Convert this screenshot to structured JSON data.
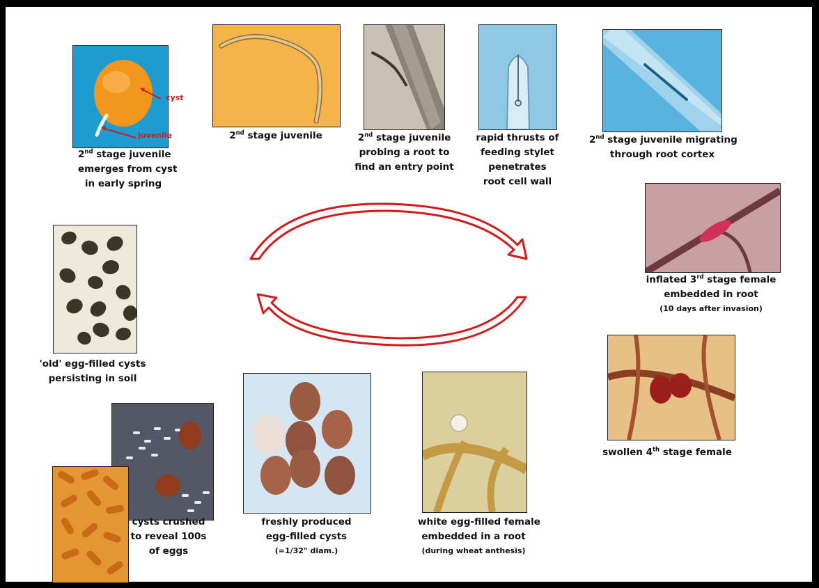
{
  "stages": {
    "s1": {
      "line1_pre": "2",
      "line1_sup": "nd",
      "line1_post": " stage juvenile",
      "line2": "emerges from cyst",
      "line3": "in early spring",
      "label_cyst": "cyst",
      "label_juvenile": "juvenile"
    },
    "s2": {
      "line1_pre": "2",
      "line1_sup": "nd",
      "line1_post": " stage juvenile"
    },
    "s3": {
      "line1_pre": "2",
      "line1_sup": "nd",
      "line1_post": " stage juvenile",
      "line2": "probing a root to",
      "line3": "find an entry point"
    },
    "s4": {
      "line1": "rapid thrusts of",
      "line2": "feeding stylet",
      "line3": "penetrates",
      "line4": "root cell wall"
    },
    "s5": {
      "line1_pre": "2",
      "line1_sup": "nd",
      "line1_post": " stage juvenile migrating",
      "line2": "through root cortex"
    },
    "s6": {
      "line1_pre": "inflated 3",
      "line1_sup": "rd",
      "line1_post": " stage female",
      "line2": "embedded in root",
      "note": "(10 days after invasion)"
    },
    "s7": {
      "line1_pre": "swollen 4",
      "line1_sup": "th",
      "line1_post": " stage female"
    },
    "s8": {
      "line1": "white egg-filled female",
      "line2": "embedded in a root",
      "note": "(during wheat anthesis)"
    },
    "s9": {
      "line1": "freshly produced",
      "line2": "egg-filled cysts",
      "note": "(=1/32\" diam.)"
    },
    "s10": {
      "line1": "cysts crushed",
      "line2": "to reveal 100s",
      "line3": "of eggs"
    },
    "s11": {
      "line1": "'old' egg-filled cysts",
      "line2": "persisting in soil"
    }
  },
  "colors": {
    "arrow_red": "#d21a1a",
    "border": "#000000"
  }
}
